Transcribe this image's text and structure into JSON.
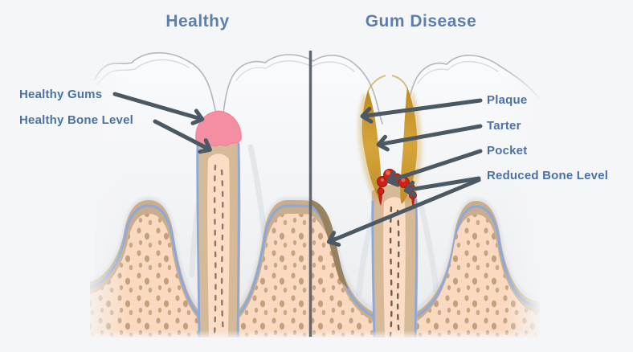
{
  "titles": {
    "left": "Healthy",
    "right": "Gum Disease"
  },
  "annotations": {
    "left": [
      {
        "label": "Healthy Gums"
      },
      {
        "label": "Healthy Bone Level"
      }
    ],
    "right": [
      {
        "label": "Plaque"
      },
      {
        "label": "Tarter"
      },
      {
        "label": "Pocket"
      },
      {
        "label": "Reduced Bone Level"
      }
    ]
  },
  "colors": {
    "background": "#f5f6f7",
    "title_text": "#5e7ead",
    "label_text": "#4b72a6",
    "arrow": "#4a5964",
    "divider": "#5d6872",
    "tooth": "#f4f5f7",
    "tooth_outline": "#b2b7be",
    "healthy_gum_pink": "#f48fa3",
    "bone_tan": "#c9ad8c",
    "bone_peach": "#fbd9c1",
    "ligament_blue": "#8ba9da",
    "root_tan": "#d6ba98",
    "tartar_amber": "#cf9a30",
    "inflamed_red": "#cc2318",
    "reduced_bone_dark": "#96805b"
  }
}
